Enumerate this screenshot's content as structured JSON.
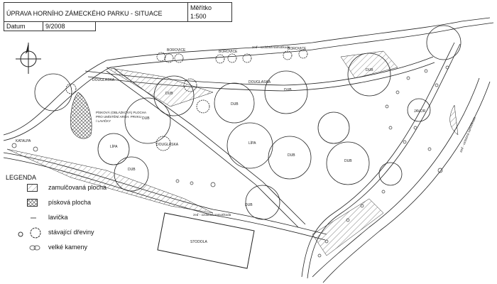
{
  "title_block": {
    "title": "ÚPRAVA HORNÍHO ZÁMECKÉHO PARKU - SITUACE",
    "scale_label": "Měřítko",
    "scale_value": "1:500",
    "date_label": "Datum",
    "date_value": "9/2008"
  },
  "legend": {
    "heading": "LEGENDA",
    "items": [
      {
        "label": "zamulčovaná plocha",
        "icon": "hatch-icon"
      },
      {
        "label": "písková plocha",
        "icon": "crosshatch-icon"
      },
      {
        "label": "lavička",
        "icon": "bench-icon"
      },
      {
        "label": "stávající dřeviny",
        "icon": "tree-icon"
      },
      {
        "label": "velké kameny",
        "icon": "stones-icon"
      }
    ]
  },
  "plan": {
    "tree_labels": {
      "borovice": "BOROVICE",
      "douglaska": "DOUGLASKA",
      "dub": "DUB",
      "lipa": "LÍPA",
      "javor": "JAVOR",
      "katalpa": "KATALPA"
    },
    "sand_area_note": [
      "PÍSKOVÁ (OBLÁZKOVÁ) PLOCHA",
      "PRO UMÍSTĚNÍ ARCH. PRVKU",
      "/ LAVIČKY"
    ],
    "wall_note_top": "zeď - ozdobná samotíkoda",
    "wall_note_bottom": "zeď - ozdobná samotíkoda",
    "wall_note_right": "zeď - ozdobná samotíkoda",
    "building": "STODOLA"
  }
}
